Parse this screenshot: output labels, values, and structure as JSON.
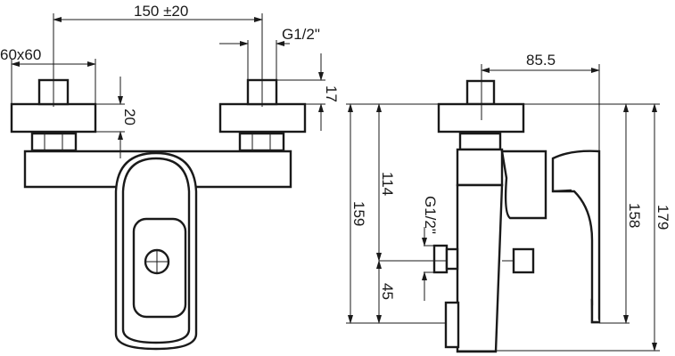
{
  "front_view": {
    "width_dim": "150 ±20",
    "thread_dim": "G1/2\"",
    "escutcheon_dim": "60x60",
    "escutcheon_height_dim": "20",
    "stem_height_dim": "17"
  },
  "side_view": {
    "depth_dim": "85.5",
    "outlet_height_dim": "114",
    "total_to_outlet_dim": "159",
    "outlet_thread_dim": "G1/2\"",
    "outlet_offset_dim": "45",
    "handle_height_dim": "158",
    "overall_height_dim": "179"
  },
  "colors": {
    "line": "#1a1a1a",
    "background": "#ffffff"
  }
}
